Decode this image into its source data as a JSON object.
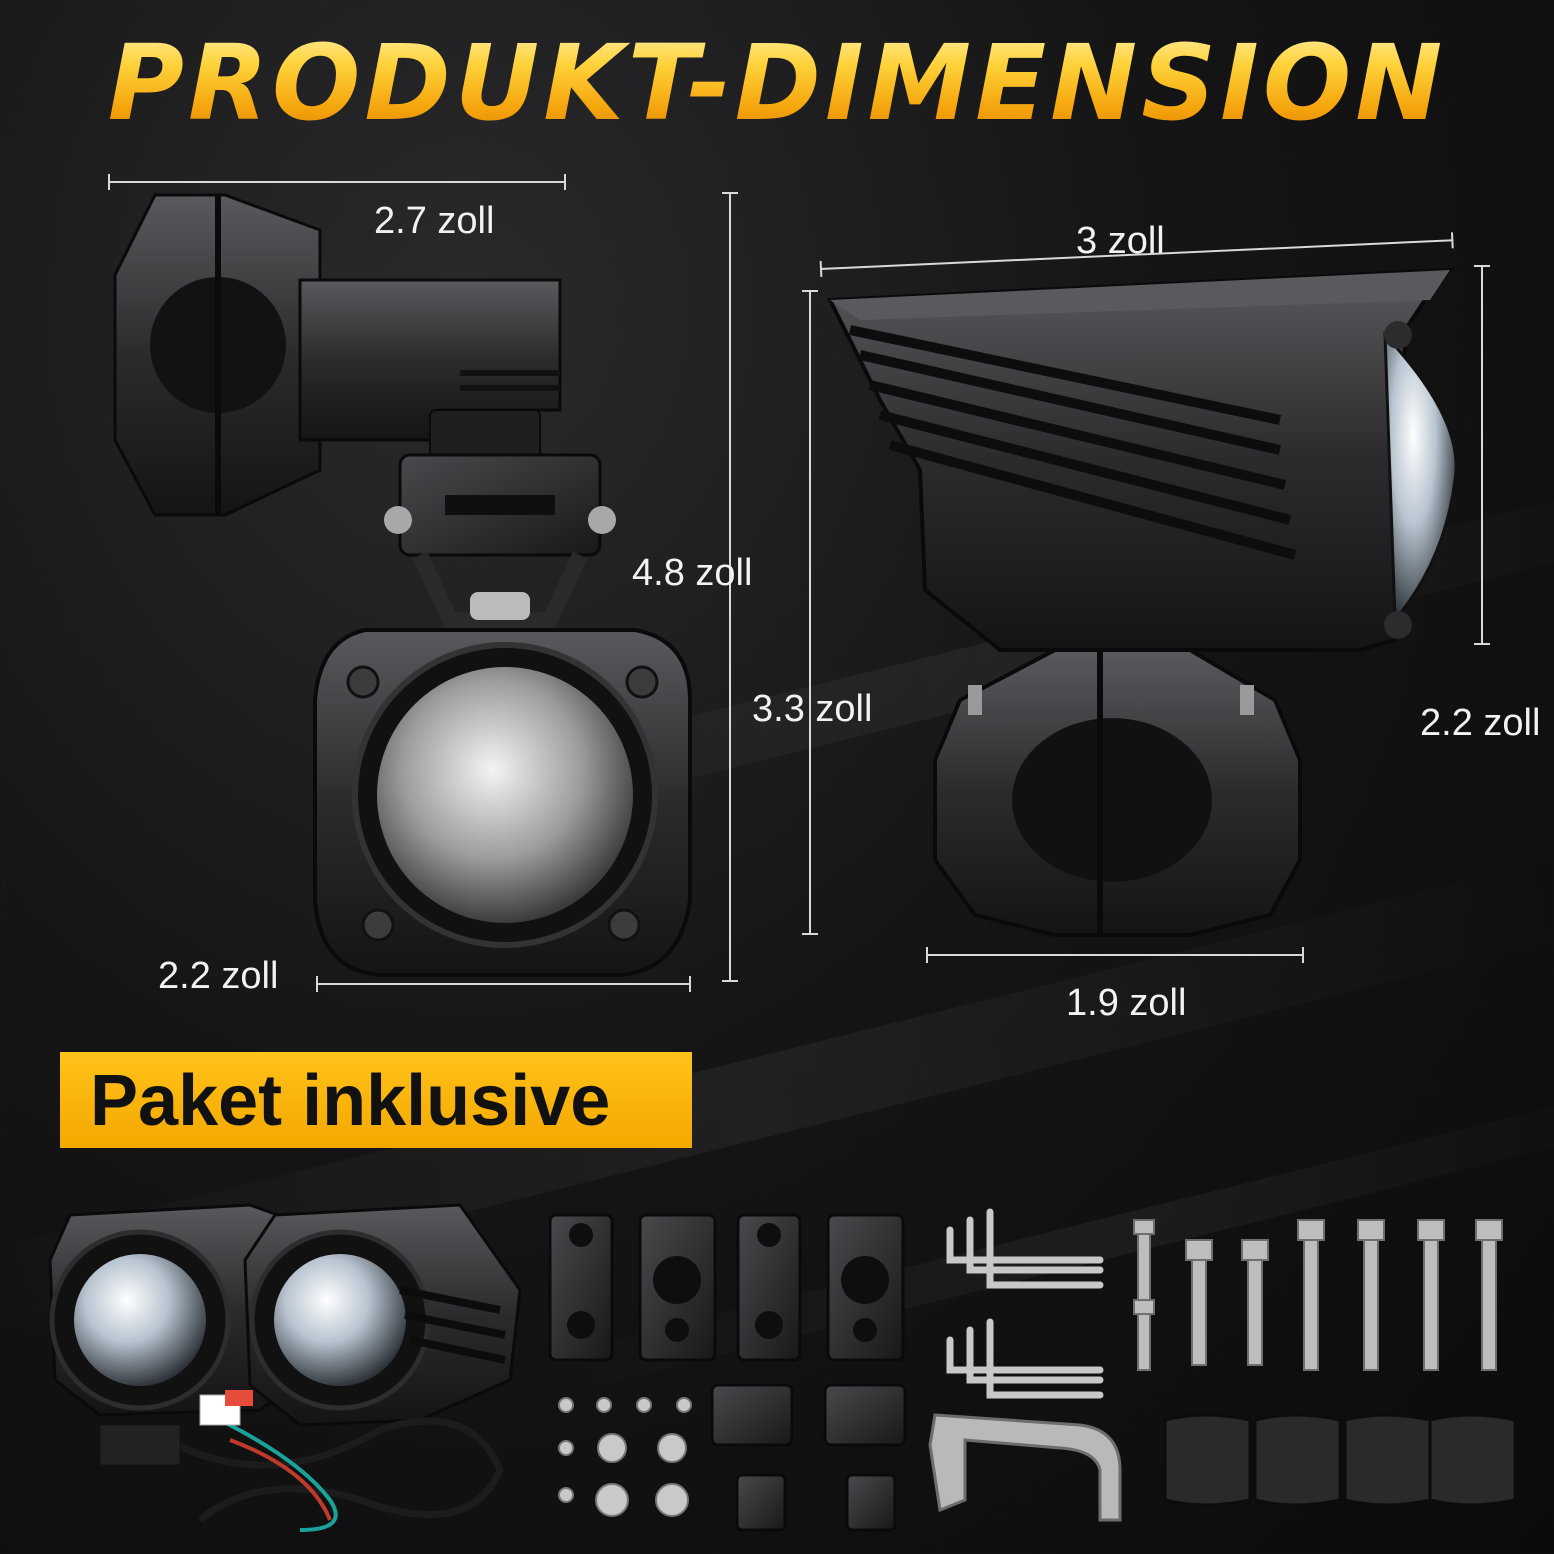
{
  "title": "PRODUKT-DIMENSION",
  "dimensions": {
    "left_top_width": "2.7 zoll",
    "left_height": "4.8 zoll",
    "left_bottom_width": "2.2 zoll",
    "right_top_width": "3 zoll",
    "right_height": "3.3 zoll",
    "right_side_height": "2.2 zoll",
    "right_bottom_width": "1.9 zoll"
  },
  "package": {
    "label": "Paket inklusive"
  },
  "colors": {
    "title_gold": "#f5b20f",
    "badge_yellow": "#f8b60c",
    "background": "#141415"
  }
}
